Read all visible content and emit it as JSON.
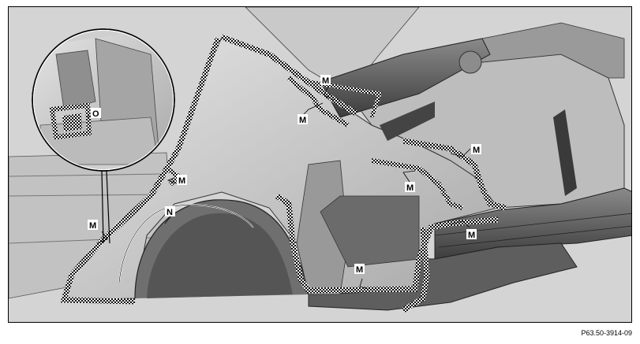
{
  "figure": {
    "reference_code": "P63.50-3914-09"
  },
  "callouts": [
    {
      "id": "m1",
      "letter": "M"
    },
    {
      "id": "m2",
      "letter": "M"
    },
    {
      "id": "m3",
      "letter": "M"
    },
    {
      "id": "m4",
      "letter": "M"
    },
    {
      "id": "m5",
      "letter": "M"
    },
    {
      "id": "m6",
      "letter": "M"
    },
    {
      "id": "m7",
      "letter": "M"
    },
    {
      "id": "m8",
      "letter": "M"
    },
    {
      "id": "n1",
      "letter": "N"
    },
    {
      "id": "o1",
      "letter": "O"
    }
  ],
  "colors": {
    "panel_light": "#d9d9d9",
    "panel_mid": "#bcbcbc",
    "panel_dark": "#7a7a7a",
    "interior_dark": "#4a4a4a",
    "outline": "#1a1a1a",
    "seal_hatch": "#000000"
  }
}
